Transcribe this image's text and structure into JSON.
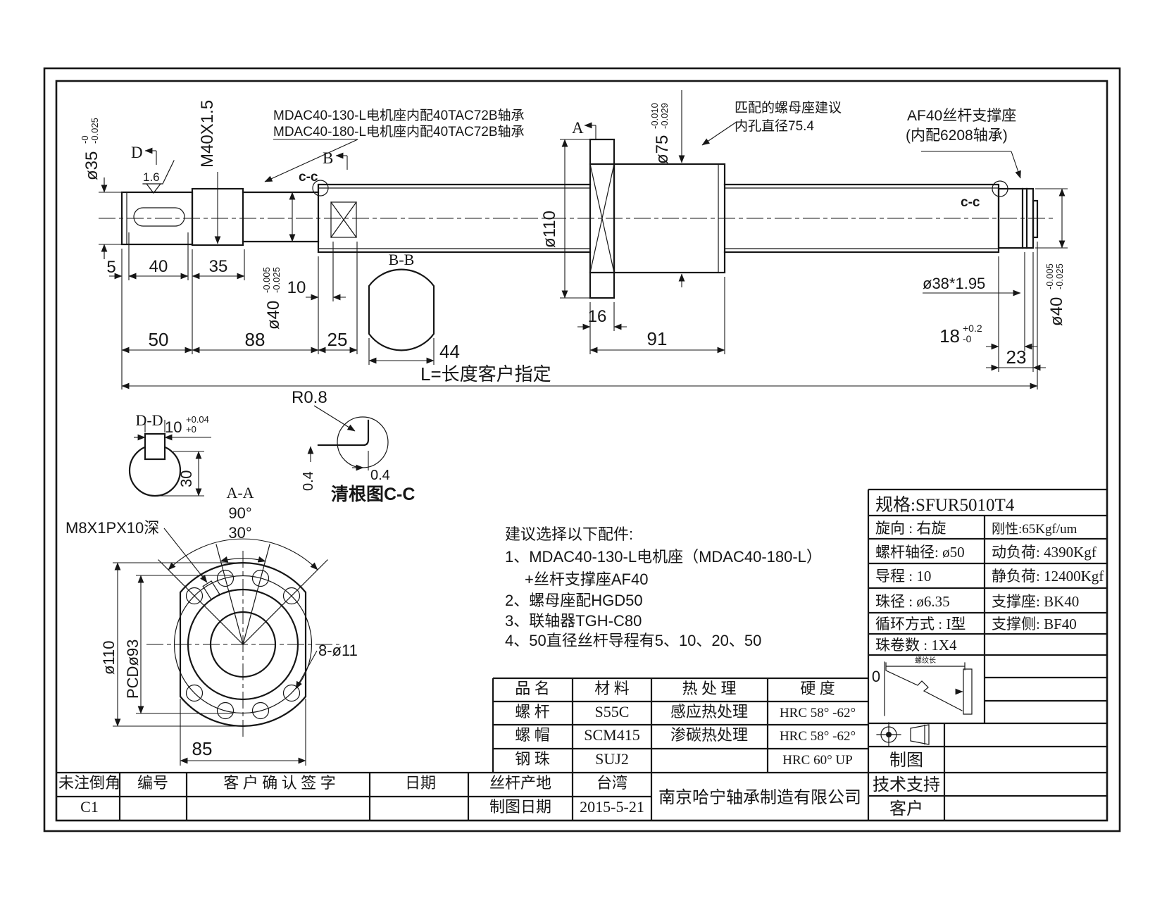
{
  "colors": {
    "ink": "#161616",
    "background": "#ffffff"
  },
  "annotations": {
    "motor1": "MDAC40-130-L电机座内配40TAC72B轴承",
    "motor2": "MDAC40-180-L电机座内配40TAC72B轴承",
    "nut_seat1": "匹配的螺母座建议",
    "nut_seat2": "内孔直径75.4",
    "support1": "AF40丝杆支撑座",
    "support2": "(内配6208轴承)",
    "length_note": "L=长度客户指定",
    "root_detail": "清根图C-C",
    "thread_len": "螺纹长",
    "zero": "0"
  },
  "markers": {
    "a": "A",
    "b": "B",
    "d": "D",
    "cc": "c-c",
    "aa": "A-A",
    "bb": "B-B",
    "dd": "D-D"
  },
  "dims": {
    "d35": "ø35",
    "d35_up": "-0",
    "d35_dn": "-0.025",
    "m40": "M40X1.5",
    "finish": "1.6",
    "d40": "ø40",
    "d40_up": "-0.005",
    "d40_dn": "-0.025",
    "d75": "ø75",
    "d75_up": "-0.010",
    "d75_dn": "-0.029",
    "d110": "ø110",
    "n5": "5",
    "n40": "40",
    "n35": "35",
    "n10": "10",
    "n50": "50",
    "n88": "88",
    "n25": "25",
    "n44": "44",
    "n16": "16",
    "n91": "91",
    "n23": "23",
    "n18": "18",
    "n18_up": "+0.2",
    "n18_dn": "-0",
    "groove": "ø38*1.95",
    "dd10": "10",
    "dd10_up": "+0.04",
    "dd10_dn": "+0",
    "dd30": "30",
    "r08": "R0.8",
    "p04a": "0.4",
    "p04b": "0.4",
    "a90": "90°",
    "a30": "30°",
    "tap": "M8X1PX10深",
    "fd110": "ø110",
    "pcd": "PCDø93",
    "holes": "8-ø11",
    "n85": "85"
  },
  "notes": {
    "title": "建议选择以下配件:",
    "l1": "1、MDAC40-130-L电机座（MDAC40-180-L）",
    "l1b": "+丝杆支撑座AF40",
    "l2": "2、螺母座配HGD50",
    "l3": "3、联轴器TGH-C80",
    "l4": "4、50直径丝杆导程有5、10、20、50"
  },
  "spec": {
    "title": "规格:SFUR5010T4",
    "rows": [
      [
        "旋向 :  右旋",
        "刚性:65Kgf/um"
      ],
      [
        "螺杆轴径: ø50",
        "动负荷: 4390Kgf"
      ],
      [
        "导程 :  10",
        "静负荷: 12400Kgf"
      ],
      [
        "珠径 : ø6.35",
        "支撑座: BK40"
      ],
      [
        "循环方式 : I型",
        "支撑侧: BF40"
      ],
      [
        "珠卷数 : 1X4",
        ""
      ]
    ]
  },
  "material": {
    "headers": [
      "品  名",
      "材  料",
      "热 处 理",
      "硬  度"
    ],
    "rows": [
      [
        "螺  杆",
        "S55C",
        "感应热处理",
        "HRC 58° -62°"
      ],
      [
        "螺  帽",
        "SCM415",
        "渗碳热处理",
        "HRC 58° -62°"
      ],
      [
        "钢  珠",
        "SUJ2",
        "",
        "HRC 60°  UP"
      ]
    ],
    "origin_label": "丝杆产地",
    "origin_value": "台湾",
    "company": "南京哈宁轴承制造有限公司",
    "date_label": "制图日期",
    "date_value": "2015-5-21"
  },
  "sign": {
    "chamfer_label": "未注倒角",
    "chamfer_value": "C1",
    "no_label": "编号",
    "sign_label": "客 户 确 认 签 字",
    "date_label": "日期"
  },
  "title_block": {
    "draw": "制图",
    "support": "技术支持",
    "customer": "客户"
  }
}
